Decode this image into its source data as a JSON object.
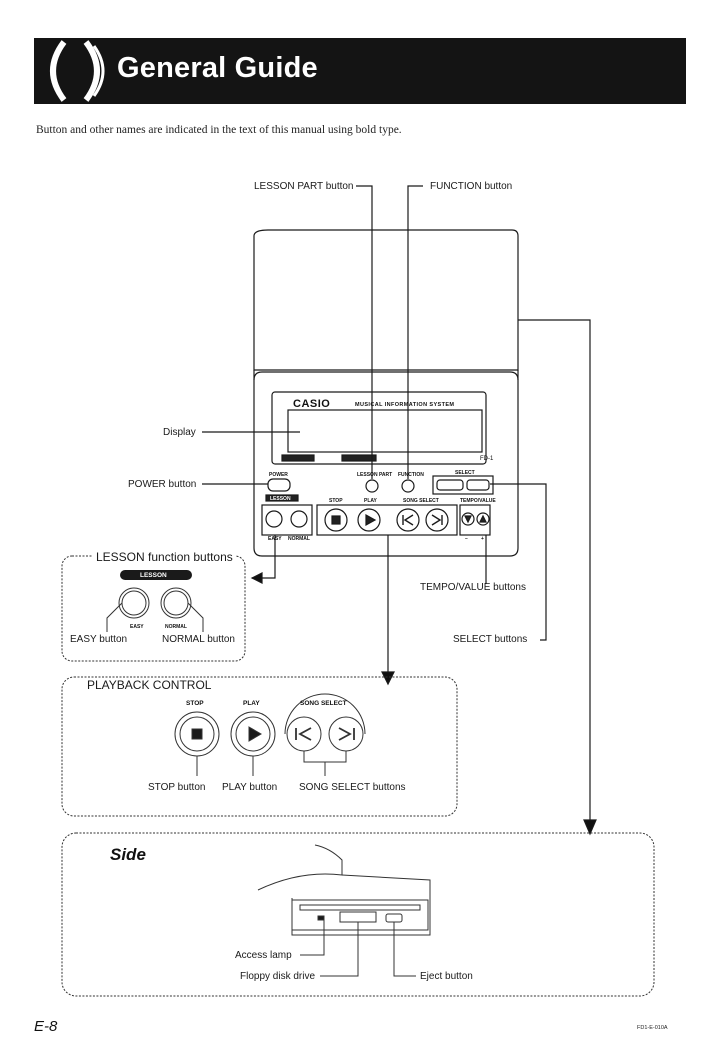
{
  "header": {
    "title": "General Guide"
  },
  "intro": "Button and other names are indicated in the text of this manual using bold type.",
  "device": {
    "brand": "CASIO",
    "system_name": "MUSICAL INFORMATION SYSTEM",
    "model": "FD-1",
    "panel_labels": {
      "power": "POWER",
      "lesson": "LESSON",
      "easy": "EASY",
      "normal": "NORMAL",
      "lesson_part": "LESSON PART",
      "function": "FUNCTION",
      "stop": "STOP",
      "play": "PLAY",
      "song_select": "SONG SELECT",
      "tempo_value": "TEMPO/VALUE",
      "select": "SELECT",
      "minus": "−",
      "plus": "+"
    }
  },
  "callouts": {
    "lesson_part_button": "LESSON PART button",
    "function_button": "FUNCTION button",
    "display": "Display",
    "power_button": "POWER button",
    "tempo_value_buttons": "TEMPO/VALUE buttons",
    "select_buttons": "SELECT buttons"
  },
  "lesson_panel": {
    "title": "LESSON function buttons",
    "badge": "LESSON",
    "easy_small": "EASY",
    "normal_small": "NORMAL",
    "easy_button": "EASY button",
    "normal_button": "NORMAL button"
  },
  "playback_panel": {
    "title": "PLAYBACK CONTROL",
    "stop_small": "STOP",
    "play_small": "PLAY",
    "song_select_small": "SONG SELECT",
    "stop_button": "STOP button",
    "play_button": "PLAY button",
    "song_select_buttons": "SONG SELECT buttons"
  },
  "side_panel": {
    "title": "Side",
    "access_lamp": "Access lamp",
    "floppy_disk_drive": "Floppy disk drive",
    "eject_button": "Eject button"
  },
  "footer": {
    "page_number": "E-8",
    "doc_code": "FD1-E-010A"
  }
}
